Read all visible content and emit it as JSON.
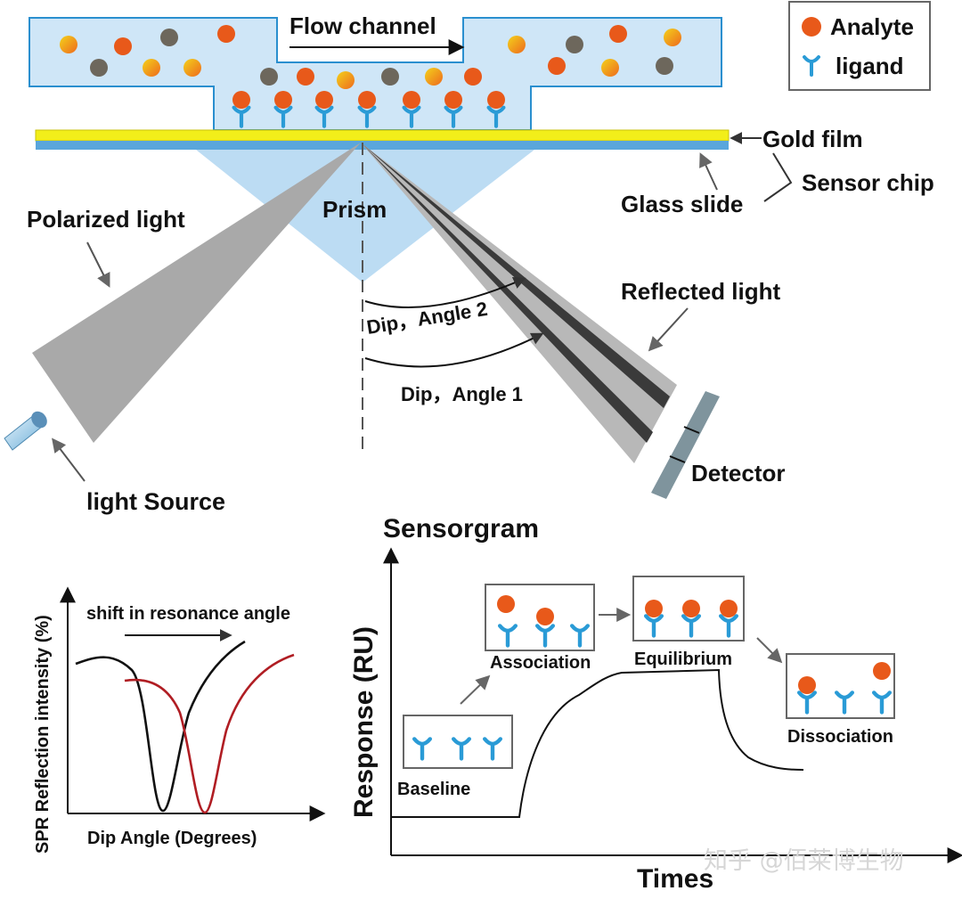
{
  "labels": {
    "flow_channel": "Flow channel",
    "gold_film": "Gold film",
    "glass_slide": "Glass slide",
    "sensor_chip": "Sensor chip",
    "prism": "Prism",
    "polarized_light": "Polarized light",
    "reflected_light": "Reflected light",
    "dip_angle_2": "Dip，Angle 2",
    "dip_angle_1": "Dip，Angle 1",
    "detector": "Detector",
    "light_source": "light Source"
  },
  "legend": {
    "analyte": "Analyte",
    "ligand": "ligand"
  },
  "spr_curve": {
    "ylabel": "SPR Reflection intensity (%)",
    "xlabel": "Dip Angle (Degrees)",
    "annotation": "shift in resonance angle"
  },
  "sensorgram": {
    "title": "Sensorgram",
    "ylabel": "Response (RU)",
    "xlabel": "Times",
    "stages": {
      "baseline": "Baseline",
      "association": "Association",
      "equilibrium": "Equilibrium",
      "dissociation": "Dissociation"
    }
  },
  "watermark": "知乎 @佰莱博生物",
  "colors": {
    "analyte": "#e8591a",
    "ligand": "#2a9bd6",
    "gold_film": "#f2ee1a",
    "channel": "#cfe6f7",
    "prism": "#bcdcf3",
    "beam": "#a9a9a9",
    "shifted_curve": "#b01d23"
  }
}
